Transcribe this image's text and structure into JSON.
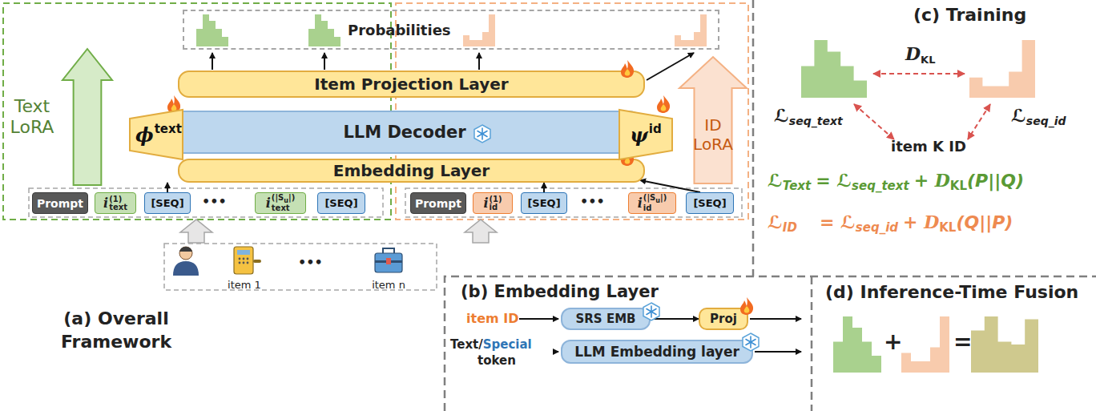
{
  "diagram": {
    "nodes": [
      {
        "text": [
          "Probabilities"
        ]
      },
      {
        "text": [
          "Item Projection Layer"
        ]
      },
      {
        "text": [
          "LLM Decoder"
        ]
      },
      {
        "text": [
          "Embedding Layer"
        ]
      },
      {
        "text": [
          "Text LoRA"
        ]
      },
      {
        "text": [
          "ID LoRA"
        ]
      },
      {
        "text": [
          "ϕ",
          "text"
        ]
      },
      {
        "text": [
          "ψ",
          "id"
        ]
      },
      {
        "text": [
          "Prompt"
        ]
      },
      {
        "text": [
          "i",
          "(1)",
          "text"
        ]
      },
      {
        "text": [
          "[SEQ]"
        ]
      },
      {
        "text": [
          "i",
          "(|S",
          "u",
          "|)",
          "text"
        ]
      },
      {
        "text": [
          "[SEQ]"
        ]
      },
      {
        "text": [
          "Prompt"
        ]
      },
      {
        "text": [
          "i",
          "(1)",
          "id"
        ]
      },
      {
        "text": [
          "[SEQ]"
        ]
      },
      {
        "text": [
          "i",
          "(|S",
          "u",
          "|)",
          "id"
        ]
      },
      {
        "text": [
          "[SEQ]"
        ]
      },
      {
        "text": [
          "SRS EMB"
        ]
      },
      {
        "text": [
          "Proj"
        ]
      },
      {
        "text": [
          "LLM Embedding layer"
        ]
      }
    ],
    "edges": [
      {
        "from": 10,
        "to": 3,
        "arrow": "to"
      },
      {
        "from": 15,
        "to": 3,
        "arrow": "to"
      },
      {
        "from": 17,
        "to": 3,
        "arrow": "to"
      },
      {
        "from": 18,
        "to": 19,
        "arrow": "to"
      }
    ],
    "labels": [
      "(a) Overall Framework",
      "item 1",
      "•••",
      "item n",
      "•••",
      "•••",
      "(b) Embedding Layer",
      "item ID",
      "Text",
      "/",
      "Special",
      "token",
      "(c) Training",
      "D",
      "KL",
      "ℒ",
      "seq_text",
      "ℒ",
      "seq_id",
      "item K ID",
      "ℒ",
      "Text",
      "= ℒ",
      "seq_text",
      "+ D",
      "KL",
      "(P||Q)",
      "ℒ",
      "ID",
      "= ℒ",
      "seq_id",
      "+ D",
      "KL",
      "(Q||P)",
      "(d) Inference-Time Fusion",
      "+",
      "="
    ]
  }
}
